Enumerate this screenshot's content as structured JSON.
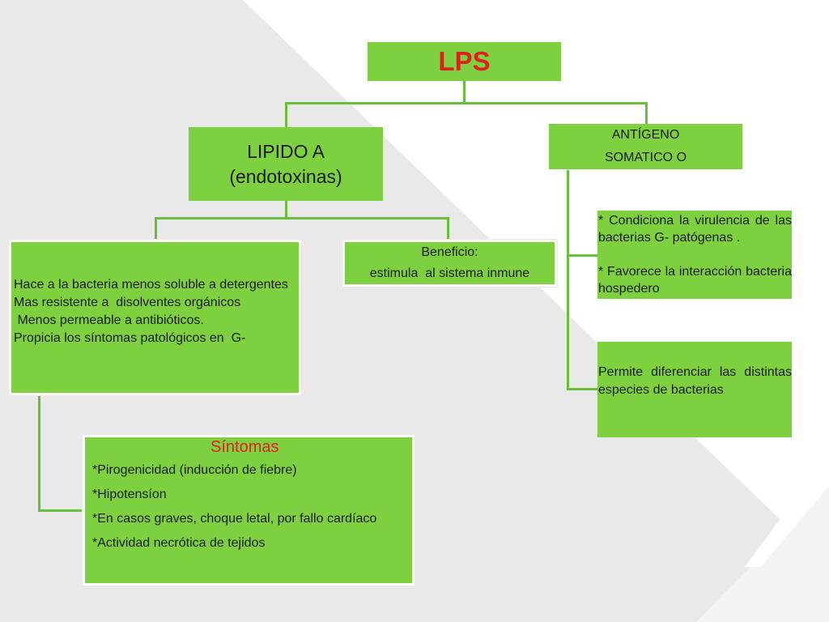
{
  "root": {
    "title": "LPS",
    "title_color": "#e02020"
  },
  "lipido": {
    "line1": "LIPIDO A",
    "line2": "(endotoxinas)"
  },
  "antigeno": {
    "line1": "ANTÍGENO",
    "line2": "SOMATICO O"
  },
  "propiedades": {
    "line1": "Hace a la bacteria menos soluble a detergentes",
    "line2": "Mas resistente a  disolventes orgánicos",
    "line3": " Menos permeable a antibióticos.",
    "line4": "Propicia los síntomas patológicos en  G-"
  },
  "beneficio": {
    "line1": "Beneficio:",
    "line2": "estimula  al sistema inmune"
  },
  "virulencia": {
    "line1": "* Condiciona la virulencia de las bacterias G- patógenas .",
    "line2": "* Favorece la interacción bacteria hospedero"
  },
  "diferenciar": {
    "text": "Permite diferenciar las distintas especies de bacterias"
  },
  "sintomas": {
    "title": "Síntomas",
    "title_color": "#e02020",
    "items": [
      "*Pirogenicidad  (inducción de fiebre)",
      "*Hipotensíon",
      "*En casos graves, choque letal, por fallo cardíaco",
      "*Actividad necrótica de tejidos"
    ]
  },
  "colors": {
    "box_green": "#7ed13e",
    "connector_green": "#6abf3a",
    "background_gray": "#e9e9e9"
  }
}
